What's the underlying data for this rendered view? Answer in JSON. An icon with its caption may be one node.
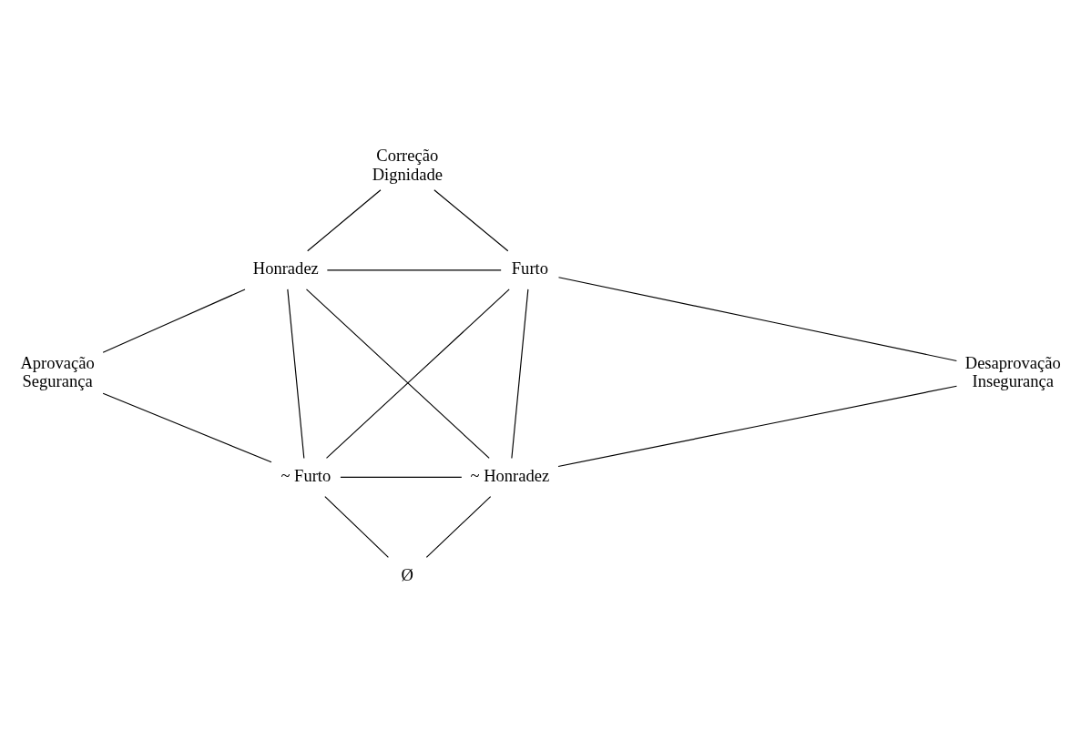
{
  "diagram": {
    "nodes": [
      {
        "text": [
          "Correção",
          "Dignidade"
        ]
      },
      {
        "text": [
          "Honradez"
        ]
      },
      {
        "text": [
          "Furto"
        ]
      },
      {
        "text": [
          "Aprovação",
          "Segurança"
        ]
      },
      {
        "text": [
          "Desaprovação",
          "Insegurança"
        ]
      },
      {
        "text": [
          "~ Furto"
        ]
      },
      {
        "text": [
          "~ Honradez"
        ]
      },
      {
        "text": [
          "Ø"
        ]
      }
    ],
    "edges": [
      {
        "from": 0,
        "to": 1,
        "arrow": "none"
      },
      {
        "from": 0,
        "to": 2,
        "arrow": "none"
      },
      {
        "from": 1,
        "to": 2,
        "arrow": "none"
      },
      {
        "from": 1,
        "to": 3,
        "arrow": "none"
      },
      {
        "from": 2,
        "to": 4,
        "arrow": "none"
      },
      {
        "from": 1,
        "to": 5,
        "arrow": "none"
      },
      {
        "from": 1,
        "to": 6,
        "arrow": "none"
      },
      {
        "from": 2,
        "to": 5,
        "arrow": "none"
      },
      {
        "from": 2,
        "to": 6,
        "arrow": "none"
      },
      {
        "from": 3,
        "to": 5,
        "arrow": "none"
      },
      {
        "from": 4,
        "to": 6,
        "arrow": "none"
      },
      {
        "from": 5,
        "to": 6,
        "arrow": "none"
      },
      {
        "from": 5,
        "to": 7,
        "arrow": "none"
      },
      {
        "from": 6,
        "to": 7,
        "arrow": "none"
      }
    ]
  }
}
